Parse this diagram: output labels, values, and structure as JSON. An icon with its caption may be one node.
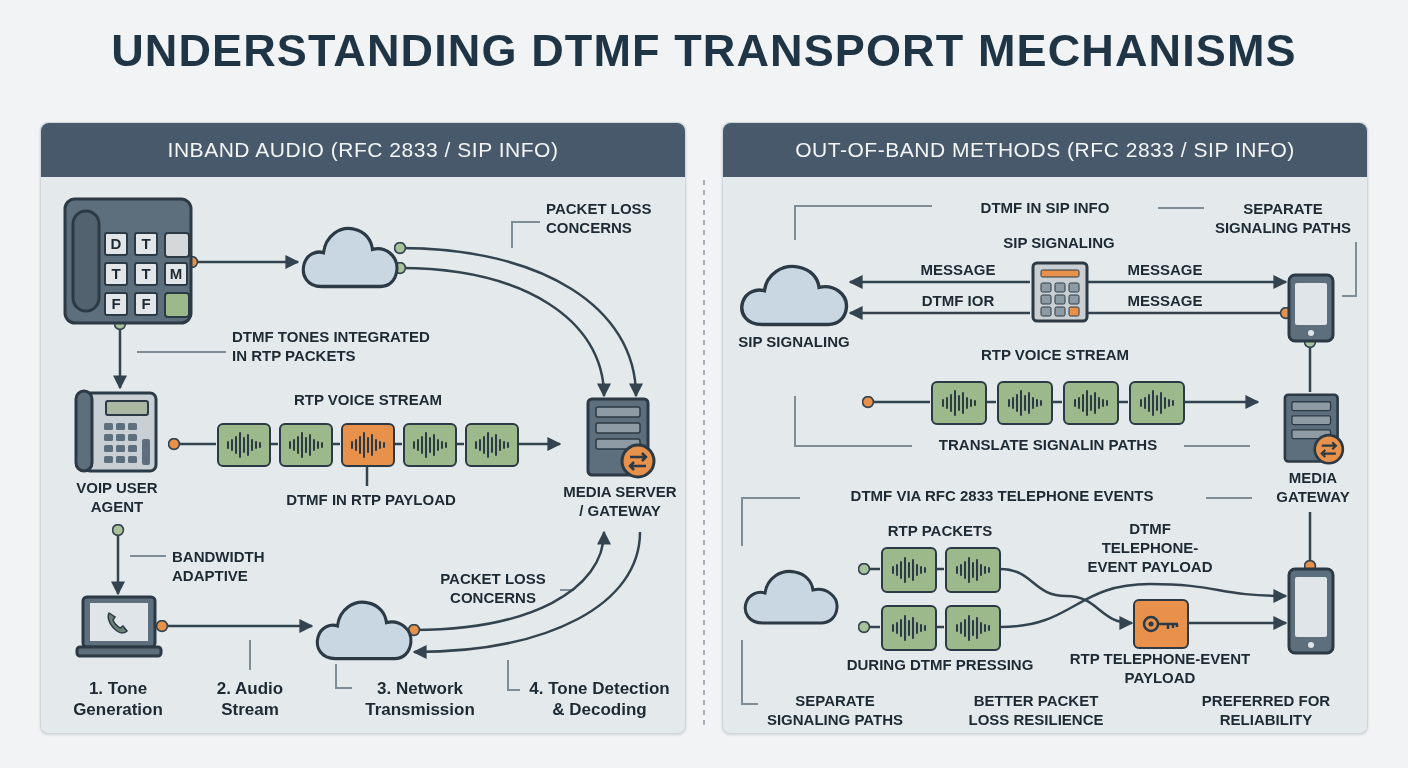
{
  "diagram": {
    "title": "UNDERSTANDING DTMF TRANSPORT MECHANISMS",
    "nodes": [
      {
        "text": [
          "INBAND AUDIO (RFC 2833 / SIP INFO)"
        ]
      },
      {
        "text": [
          "OUT-OF-BAND METHODS (RFC 2833 / SIP INFO)"
        ]
      },
      {
        "text": [],
        "shape": "picture",
        "in": 0
      },
      {
        "text": [],
        "shape": "cloud",
        "in": 0
      },
      {
        "text": [
          "MEDIA SERVER / GATEWAY"
        ],
        "in": 0
      },
      {
        "text": [
          "VOIP USER AGENT"
        ],
        "in": 0
      },
      {
        "text": [],
        "shape": "box",
        "in": 0
      },
      {
        "text": [],
        "shape": "box",
        "in": 0
      },
      {
        "text": [],
        "shape": "box",
        "in": 0
      },
      {
        "text": [],
        "shape": "box",
        "in": 0
      },
      {
        "text": [],
        "shape": "box",
        "in": 0
      },
      {
        "text": [
          "DTMF IN RTP PAYLOAD"
        ],
        "in": 0
      },
      {
        "text": [],
        "shape": "picture",
        "in": 0
      },
      {
        "text": [],
        "shape": "cloud",
        "in": 0
      },
      {
        "text": [
          "SIP SIGNALING"
        ],
        "in": 1
      },
      {
        "text": [],
        "shape": "picture",
        "in": 1,
        "beside": [
          "SIP SIGNALING"
        ]
      },
      {
        "text": [],
        "shape": "picture",
        "in": 1
      },
      {
        "text": [],
        "shape": "box",
        "in": 1
      },
      {
        "text": [],
        "shape": "box",
        "in": 1
      },
      {
        "text": [],
        "shape": "box",
        "in": 1
      },
      {
        "text": [],
        "shape": "box",
        "in": 1
      },
      {
        "text": [
          "MEDIA GATEWAY"
        ],
        "in": 1
      },
      {
        "text": [],
        "shape": "cloud",
        "in": 1
      },
      {
        "text": [],
        "shape": "box",
        "in": 1
      },
      {
        "text": [],
        "shape": "box",
        "in": 1
      },
      {
        "text": [],
        "shape": "box",
        "in": 1
      },
      {
        "text": [],
        "shape": "box",
        "in": 1
      },
      {
        "text": [],
        "shape": "box",
        "in": 1,
        "beside": [
          "RTP TELEPHONE-EVENT PAYLOAD"
        ]
      },
      {
        "text": [],
        "shape": "picture",
        "in": 1
      }
    ],
    "edges": [
      {
        "from": 2,
        "to": 3,
        "arrow": "to"
      },
      {
        "from": 3,
        "to": 4,
        "arrow": "to"
      },
      {
        "from": 3,
        "to": 4,
        "arrow": "to"
      },
      {
        "from": 2,
        "to": 5,
        "arrow": "to"
      },
      {
        "from": 5,
        "to": 6,
        "arrow": "other"
      },
      {
        "from": 6,
        "to": 7,
        "arrow": "none"
      },
      {
        "from": 7,
        "to": 8,
        "arrow": "none"
      },
      {
        "from": 8,
        "to": 9,
        "arrow": "none"
      },
      {
        "from": 9,
        "to": 10,
        "arrow": "none"
      },
      {
        "from": 10,
        "to": 4,
        "arrow": "to"
      },
      {
        "from": 11,
        "to": 8,
        "arrow": "none"
      },
      {
        "from": 5,
        "to": 12,
        "arrow": "to"
      },
      {
        "from": 12,
        "to": 13,
        "arrow": "to"
      },
      {
        "from": 13,
        "to": 4,
        "arrow": "to"
      },
      {
        "from": 4,
        "to": 13,
        "arrow": "to"
      },
      {
        "from": 15,
        "to": 14,
        "arrow": "to",
        "label": "MESSAGE"
      },
      {
        "from": 15,
        "to": 16,
        "arrow": "to",
        "label": "MESSAGE"
      },
      {
        "from": 16,
        "to": 15,
        "arrow": "other",
        "label": "MESSAGE"
      },
      {
        "from": 15,
        "to": 14,
        "arrow": "to",
        "label": "DTMF IOR"
      },
      {
        "from": null,
        "to": 17,
        "arrow": "other"
      },
      {
        "from": 17,
        "to": 18,
        "arrow": "none"
      },
      {
        "from": 18,
        "to": 19,
        "arrow": "none"
      },
      {
        "from": 19,
        "to": 20,
        "arrow": "none"
      },
      {
        "from": 20,
        "to": 21,
        "arrow": "to"
      },
      {
        "from": 16,
        "to": 21,
        "arrow": "other"
      },
      {
        "from": 28,
        "to": 21,
        "arrow": "other"
      },
      {
        "from": null,
        "to": 23,
        "arrow": "other"
      },
      {
        "from": null,
        "to": 25,
        "arrow": "other"
      },
      {
        "from": 23,
        "to": 24,
        "arrow": "none"
      },
      {
        "from": 25,
        "to": 26,
        "arrow": "none"
      },
      {
        "from": 24,
        "to": 27,
        "arrow": "to"
      },
      {
        "from": 26,
        "to": 28,
        "arrow": "to",
        "label": "DTMF TELEPHONE-EVENT PAYLOAD"
      },
      {
        "from": 27,
        "to": 28,
        "arrow": "to"
      }
    ],
    "labels": [
      "D",
      "T",
      "T",
      "T",
      "M",
      "F",
      "F",
      "PACKET LOSS CONCERNS",
      "DTMF TONES INTEGRATED IN RTP PACKETS",
      "RTP VOICE STREAM",
      "BANDWIDTH ADAPTIVE",
      "PACKET LOSS CONCERNS",
      "1. Tone Generation",
      "2. Audio Stream",
      "3. Network Transmission",
      "4. Tone Detection & Decoding",
      "DTMF IN SIP INFO",
      "SEPARATE SIGNALING PATHS",
      "RTP VOICE STREAM",
      "TRANSLATE SIGNALIN PATHS",
      "DTMF VIA RFC 2833 TELEPHONE EVENTS",
      "RTP PACKETS",
      "DURING DTMF PRESSING",
      "SEPARATE SIGNALING PATHS",
      "BETTER PACKET LOSS RESILIENCE",
      "PREFERRED FOR RELIABILITY"
    ]
  }
}
